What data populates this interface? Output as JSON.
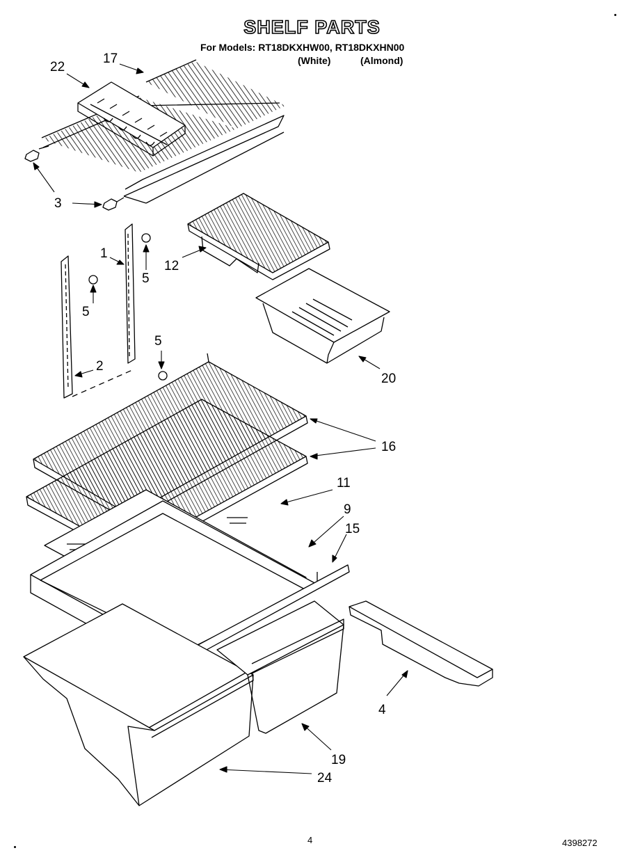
{
  "header": {
    "title": "SHELF PARTS",
    "models_line": "For Models: RT18DKXHW00, RT18DKXHN00",
    "variant_white": "(White)",
    "variant_almond": "(Almond)"
  },
  "callouts": [
    "22",
    "17",
    "3",
    "1",
    "5",
    "5",
    "12",
    "5",
    "2",
    "20",
    "16",
    "11",
    "9",
    "15",
    "4",
    "19",
    "24"
  ],
  "footer": {
    "page_number": "4",
    "doc_number": "4398272"
  }
}
